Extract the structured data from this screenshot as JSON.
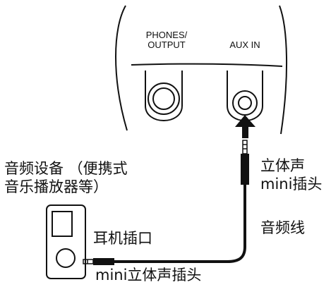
{
  "panel": {
    "phones_output_line1": "PHONES/",
    "phones_output_line2": "OUTPUT",
    "aux_in": "AUX IN"
  },
  "labels": {
    "audio_device_line1": "音频设备 （便携式",
    "audio_device_line2": "音乐播放器等）",
    "stereo_mini_plug_line1": "立体声",
    "stereo_mini_plug_line2": "mini插头",
    "audio_cable": "音频线",
    "headphone_jack": "耳机插口",
    "mini_stereo_plug": "mini立体声插头"
  },
  "colors": {
    "ink": "#111111",
    "background": "#ffffff"
  }
}
